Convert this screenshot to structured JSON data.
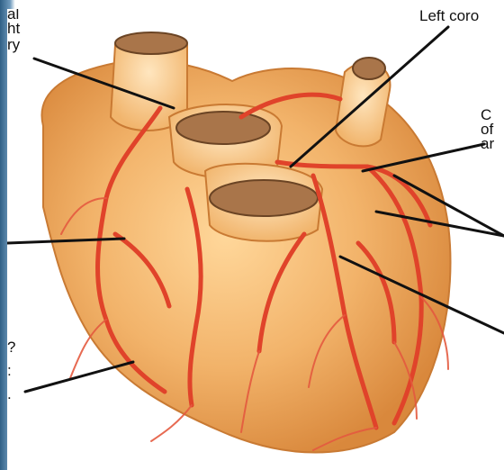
{
  "labels": {
    "top_left_1": "al",
    "top_left_2": "ht",
    "top_left_3": "ry",
    "left_coronary": "Left coro",
    "right_1": "C",
    "right_2": "of",
    "right_3": "ar",
    "bottom_left_1": "?",
    "bottom_left_2": ":",
    "bottom_left_3": "."
  },
  "colors": {
    "background_frame": "#3f6f93",
    "heart_base": "#f2b36a",
    "heart_shadow": "#d98c3f",
    "artery": "#e0432a",
    "vessel_opening": "#a9754a"
  }
}
